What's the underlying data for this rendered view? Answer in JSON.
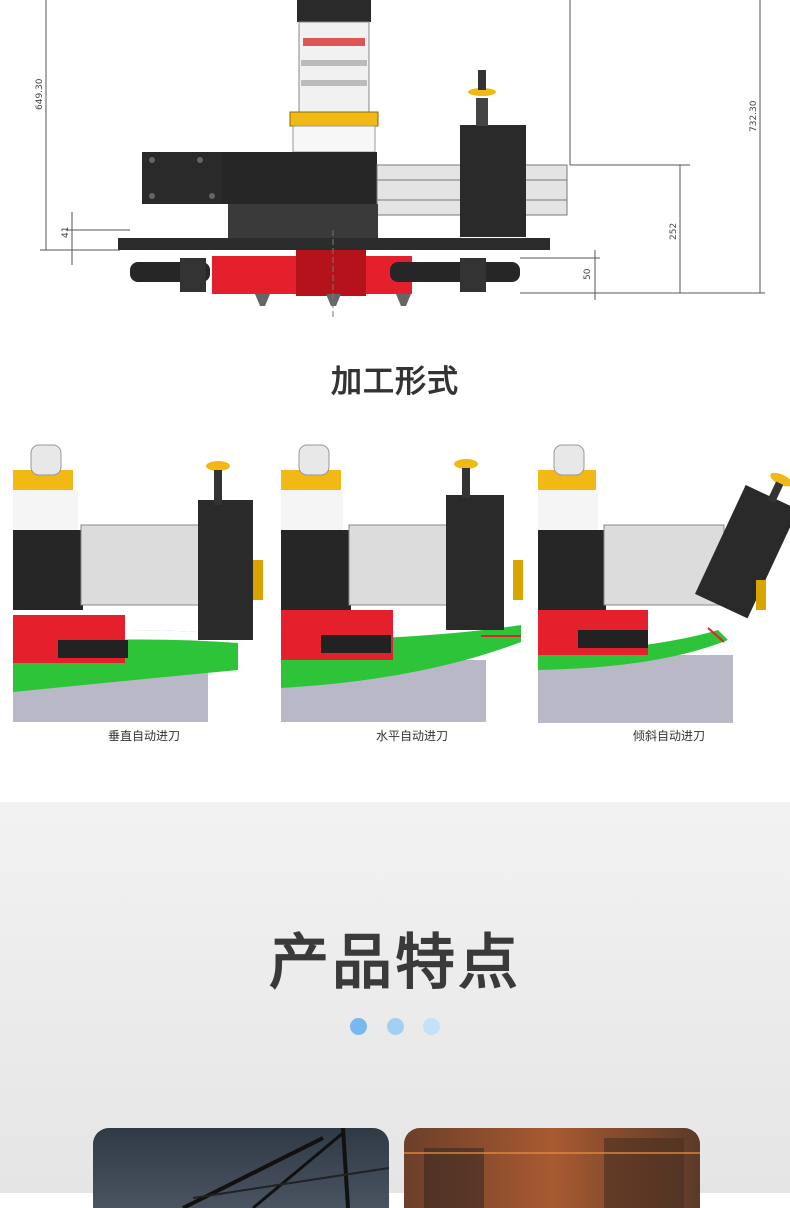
{
  "drawing": {
    "dim_left_total": "649.30",
    "dim_right_total": "732.30",
    "dim_base": "41",
    "dim_height_rail": "252",
    "dim_bottom": "50"
  },
  "process": {
    "title": "加工形式",
    "forms": [
      {
        "caption": "垂直自动进刀",
        "feed": "vertical"
      },
      {
        "caption": "水平自动进刀",
        "feed": "horizontal"
      },
      {
        "caption": "倾斜自动进刀",
        "feed": "inclined"
      }
    ]
  },
  "features": {
    "title": "产品特点",
    "dots": [
      "#78b8f0",
      "#a3cff5",
      "#c5e1f8"
    ]
  },
  "colors": {
    "machine_red": "#e3202b",
    "machine_black": "#262626",
    "accent_gold": "#f0b915",
    "bevel_green": "#2ec43a",
    "pipe_gray": "#b8b8c6"
  }
}
